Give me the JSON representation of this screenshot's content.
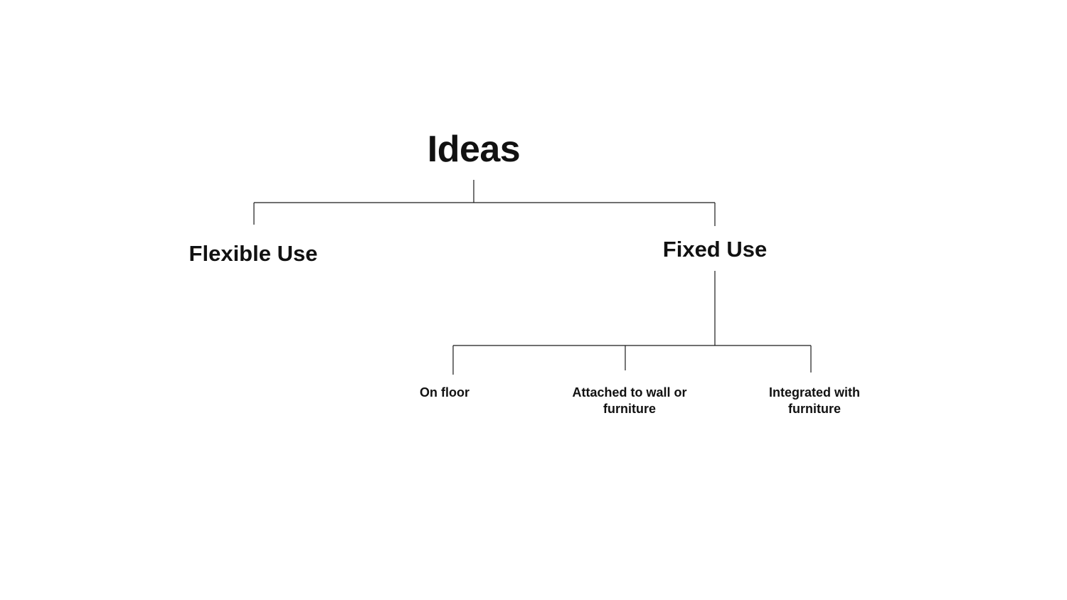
{
  "diagram": {
    "root": {
      "label": "Ideas"
    },
    "branches": [
      {
        "label": "Flexible Use"
      },
      {
        "label": "Fixed Use",
        "children": [
          {
            "label": "On floor"
          },
          {
            "label": "Attached to wall or furniture"
          },
          {
            "label": "Integrated with furniture"
          }
        ]
      }
    ],
    "colors": {
      "background": "#ffffff",
      "text": "#111111",
      "lines": "#1a1a1a"
    }
  }
}
